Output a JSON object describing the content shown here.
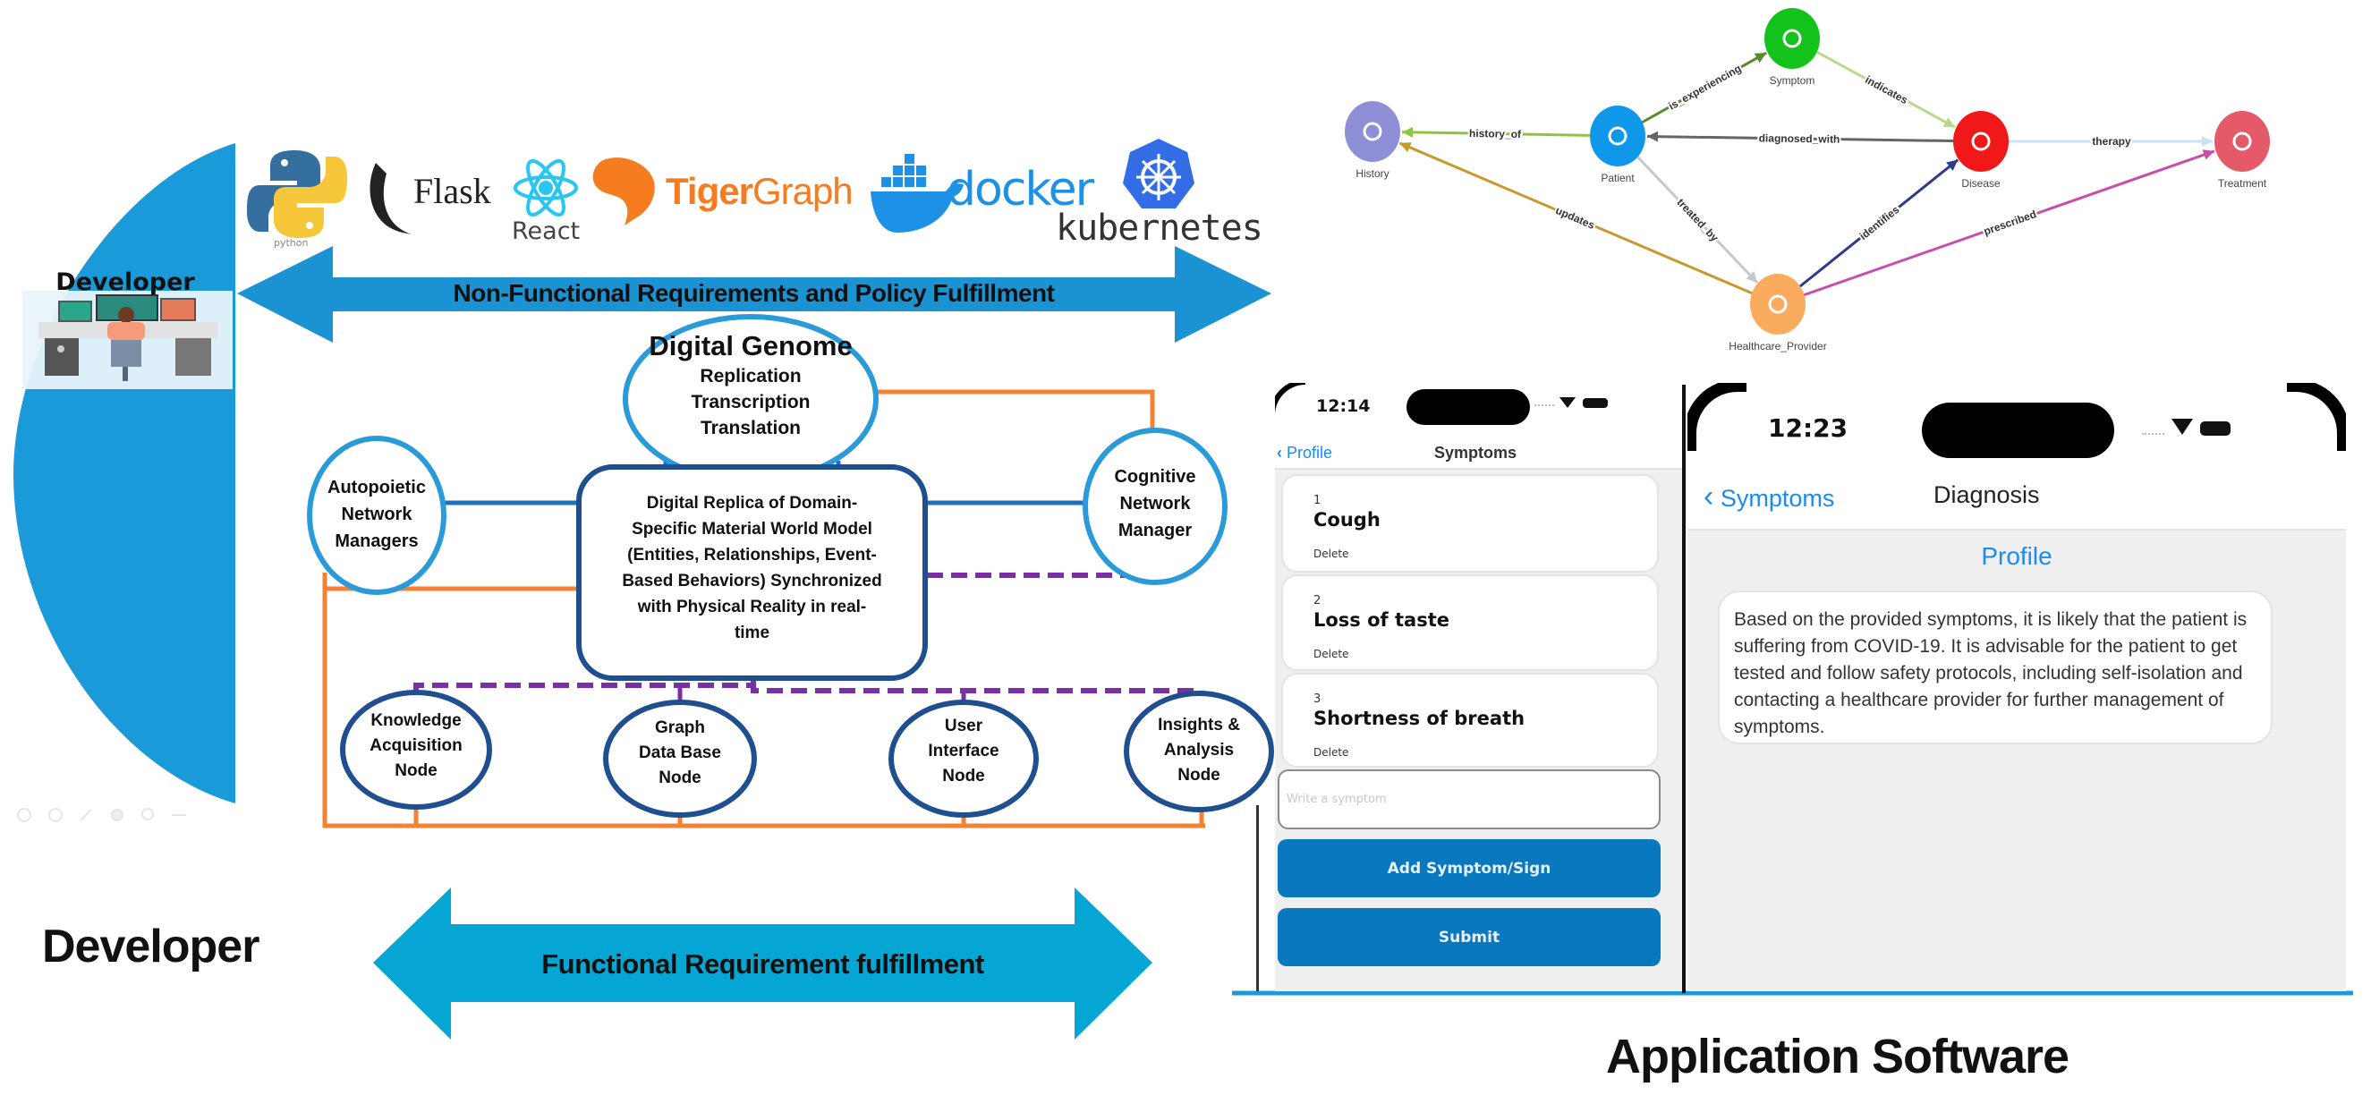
{
  "developer_panel": {
    "title": "Developer",
    "illustration": "developer-workstation-illustration",
    "toolbar_icons": [
      "undo-icon",
      "redo-icon",
      "pen-icon",
      "eye-icon",
      "zoom-icon",
      "minus-icon"
    ]
  },
  "tech_stack": {
    "logos": [
      {
        "name": "python",
        "label": "python",
        "icon": "python-logo-icon"
      },
      {
        "name": "flask",
        "label": "Flask",
        "icon": "flask-horn-icon"
      },
      {
        "name": "react",
        "label": "React",
        "icon": "react-atom-icon"
      },
      {
        "name": "tigergraph",
        "label_a": "Tiger",
        "label_b": "Graph",
        "icon": "tiger-head-icon"
      },
      {
        "name": "docker",
        "label": "docker",
        "icon": "docker-whale-icon"
      },
      {
        "name": "kubernetes",
        "label": "kubernetes",
        "icon": "kubernetes-helm-icon"
      }
    ],
    "colors": {
      "python_blue": "#356f9f",
      "python_yellow": "#f7c73b",
      "react": "#29c6f0",
      "tigergraph": "#f57c1f",
      "docker": "#1d91e6",
      "kubernetes": "#326de6"
    }
  },
  "arrows": {
    "non_functional": "Non-Functional Requirements and Policy Fulfillment",
    "functional": "Functional Requirement fulfillment",
    "top_color": "#1b93d2",
    "bottom_color": "#05a6d3"
  },
  "architecture": {
    "digital_genome": {
      "title": "Digital Genome",
      "lines": [
        "Replication",
        "Transcription",
        "Translation"
      ]
    },
    "autopoietic": [
      "Autopoietic",
      "Network",
      "Managers"
    ],
    "cognitive": [
      "Cognitive",
      "Network",
      "Manager"
    ],
    "replica_box": [
      "Digital Replica of Domain-",
      "Specific Material World Model",
      "(Entities, Relationships, Event-",
      "Based Behaviors) Synchronized",
      "with Physical Reality in real-",
      "time"
    ],
    "nodes": [
      {
        "lines": [
          "Knowledge",
          "Acquisition",
          "Node"
        ]
      },
      {
        "lines": [
          "Graph",
          "Data Base",
          "Node"
        ]
      },
      {
        "lines": [
          "User",
          "Interface",
          "Node"
        ]
      },
      {
        "lines": [
          "Insights &",
          "Analysis",
          "Node"
        ]
      }
    ],
    "colors": {
      "light_blue": "#2a9ad8",
      "dark_blue": "#1f4f8f",
      "orange": "#f58233",
      "purple": "#7b2fa6"
    }
  },
  "footer": {
    "developer_label": "Developer",
    "application_label": "Application Software"
  },
  "graph": {
    "nodes": [
      {
        "id": "history",
        "label": "History",
        "color": "#8f8fd8",
        "icon": "magnifier-icon"
      },
      {
        "id": "patient",
        "label": "Patient",
        "color": "#0f97ea",
        "icon": "person-icon"
      },
      {
        "id": "symptom",
        "label": "Symptom",
        "color": "#13c21a",
        "icon": "virus-dots-icon"
      },
      {
        "id": "disease",
        "label": "Disease",
        "color": "#f01818",
        "icon": "virus-icon"
      },
      {
        "id": "treatment",
        "label": "Treatment",
        "color": "#e55a68",
        "icon": "apple-icon"
      },
      {
        "id": "provider",
        "label": "Healthcare_Provider",
        "color": "#fbab5e",
        "icon": "doctor-icon"
      }
    ],
    "edges": [
      {
        "from": "patient",
        "to": "history",
        "label": "history_of",
        "color": "#8cc63f"
      },
      {
        "from": "patient",
        "to": "symptom",
        "label": "is_experiencing",
        "color": "#5a8a2a"
      },
      {
        "from": "symptom",
        "to": "disease",
        "label": "indicates",
        "color": "#b8d98a"
      },
      {
        "from": "disease",
        "to": "patient",
        "label": "diagnosed_with",
        "color": "#666666"
      },
      {
        "from": "disease",
        "to": "treatment",
        "label": "therapy",
        "color": "#c9e2f5"
      },
      {
        "from": "provider",
        "to": "history",
        "label": "updates",
        "color": "#c89a2e"
      },
      {
        "from": "patient",
        "to": "provider",
        "label": "treated_by",
        "color": "#c8c8c8"
      },
      {
        "from": "provider",
        "to": "disease",
        "label": "identifies",
        "color": "#2e3a8c"
      },
      {
        "from": "provider",
        "to": "treatment",
        "label": "prescribed",
        "color": "#c84fa8"
      }
    ]
  },
  "phone_symptoms": {
    "time": "12:14",
    "back_label": "Profile",
    "title": "Symptoms",
    "items": [
      {
        "index": "1",
        "name": "Cough",
        "action": "Delete"
      },
      {
        "index": "2",
        "name": "Loss of taste",
        "action": "Delete"
      },
      {
        "index": "3",
        "name": "Shortness of breath",
        "action": "Delete"
      }
    ],
    "input_placeholder": "Write a symptom",
    "input_value": "",
    "add_button": "Add Symptom/Sign",
    "submit_button": "Submit"
  },
  "phone_diagnosis": {
    "time": "12:23",
    "back_label": "Symptoms",
    "title": "Diagnosis",
    "section_link": "Profile",
    "diagnosis_text": "Based on the provided symptoms, it is likely that the patient is suffering from COVID-19. It is advisable for the patient to get tested and follow safety protocols, including self-isolation and contacting a healthcare provider for further management of symptoms."
  },
  "accent_colors": {
    "ios_blue": "#1a8cf0",
    "button_blue": "#0a78be",
    "divider_blue": "#1a9ad8"
  }
}
